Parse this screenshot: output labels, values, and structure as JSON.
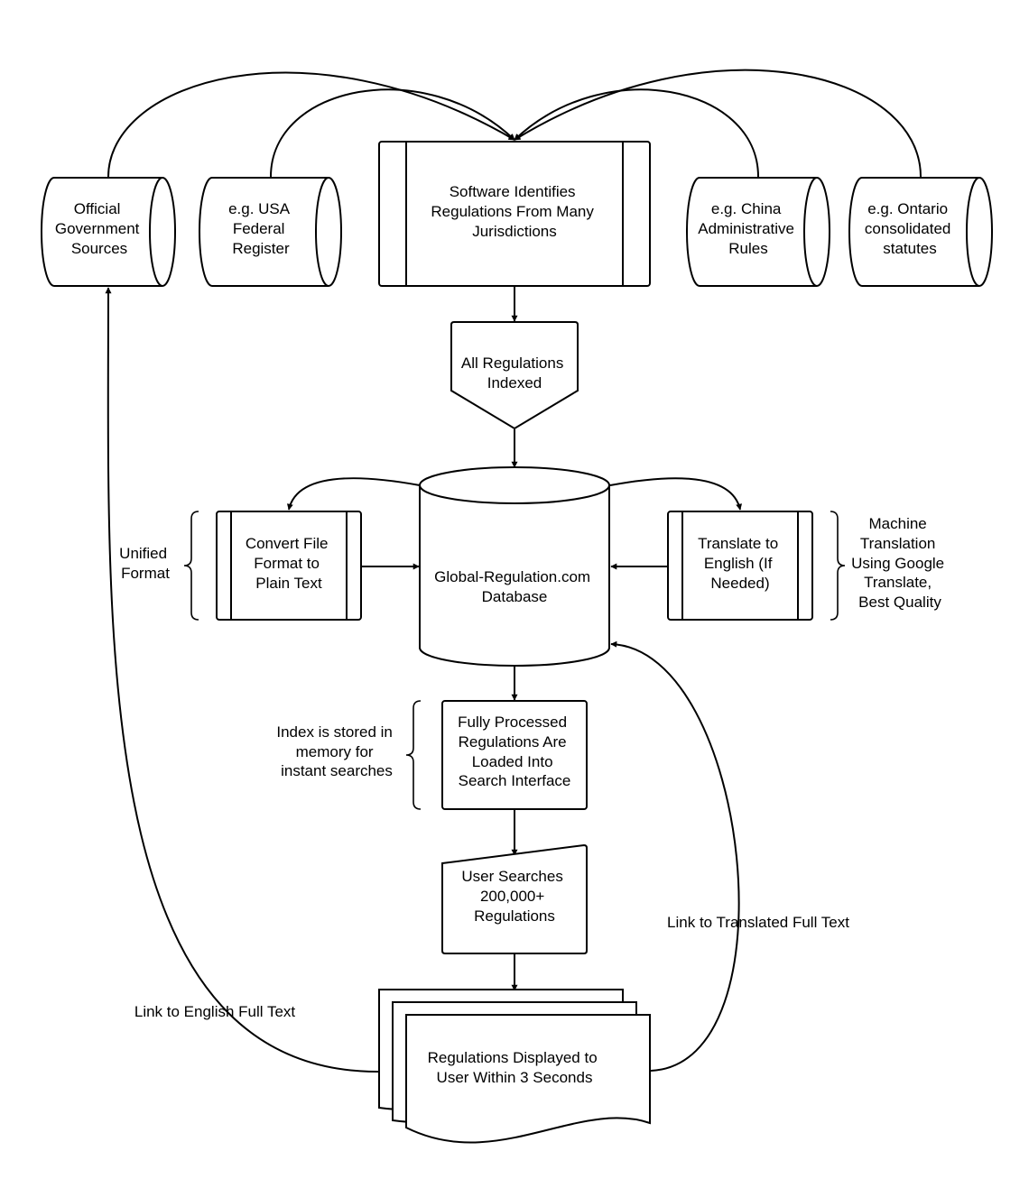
{
  "nodes": {
    "official_sources": [
      "Official",
      "Government",
      "Sources"
    ],
    "usa_register": [
      "e.g. USA",
      "Federal",
      "Register"
    ],
    "software": [
      "Software Identifies",
      "Regulations From Many",
      "Jurisdictions"
    ],
    "china_rules": [
      "e.g. China",
      "Administrative",
      "Rules"
    ],
    "ontario_statutes": [
      "e.g. Ontario",
      "consolidated",
      "statutes"
    ],
    "indexed": [
      "All Regulations",
      "Indexed"
    ],
    "convert": [
      "Convert File",
      "Format to",
      "Plain Text"
    ],
    "database": [
      "Global-Regulation.com",
      "Database"
    ],
    "translate": [
      "Translate to",
      "English (If",
      "Needed)"
    ],
    "loaded": [
      "Fully Processed",
      "Regulations Are",
      "Loaded Into",
      "Search Interface"
    ],
    "user_search": [
      "User Searches",
      "200,000+",
      "Regulations"
    ],
    "displayed": [
      "Regulations Displayed to",
      "User Within 3 Seconds"
    ]
  },
  "annotations": {
    "unified_format": [
      "Unified",
      "Format"
    ],
    "machine_translation": [
      "Machine",
      "Translation",
      "Using Google",
      "Translate,",
      "Best Quality"
    ],
    "index_memory": [
      "Index is stored in",
      "memory for",
      "instant searches"
    ]
  },
  "edge_labels": {
    "english_link": "Link to English Full Text",
    "translated_link": "Link to Translated Full Text"
  }
}
